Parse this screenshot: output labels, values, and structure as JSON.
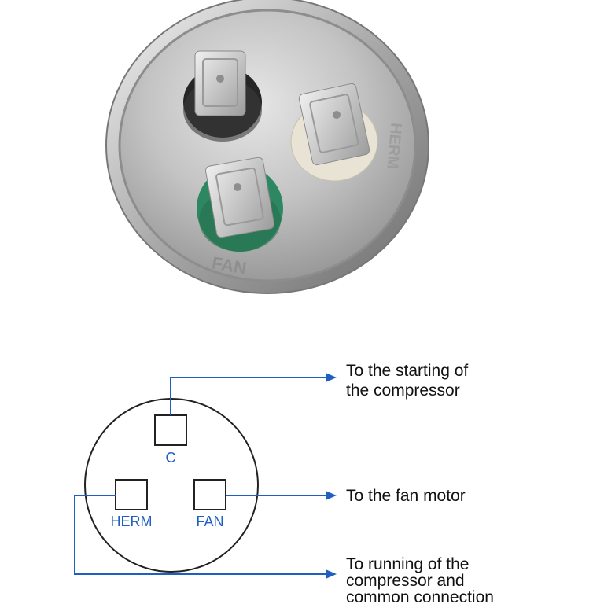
{
  "photo": {
    "embossed_label": "FAN",
    "rim_marking": "HERM",
    "colors": {
      "can_metal": "#c9c9c9",
      "common_base": "#2b2b2b",
      "herm_base": "#e9e4d6",
      "fan_base": "#2f8a64",
      "terminal": "#d9d9d9"
    }
  },
  "diagram": {
    "terminals": {
      "c": "C",
      "herm": "HERM",
      "fan": "FAN"
    },
    "callouts": {
      "start_line1": "To the starting of",
      "start_line2": "the compressor",
      "fan": "To the fan motor",
      "run_line1": "To running of the",
      "run_line2": "compressor and",
      "run_line3": "common connection"
    },
    "colors": {
      "wire": "#1f5fbf",
      "label": "#1f5fbf",
      "outline": "#222222"
    }
  }
}
